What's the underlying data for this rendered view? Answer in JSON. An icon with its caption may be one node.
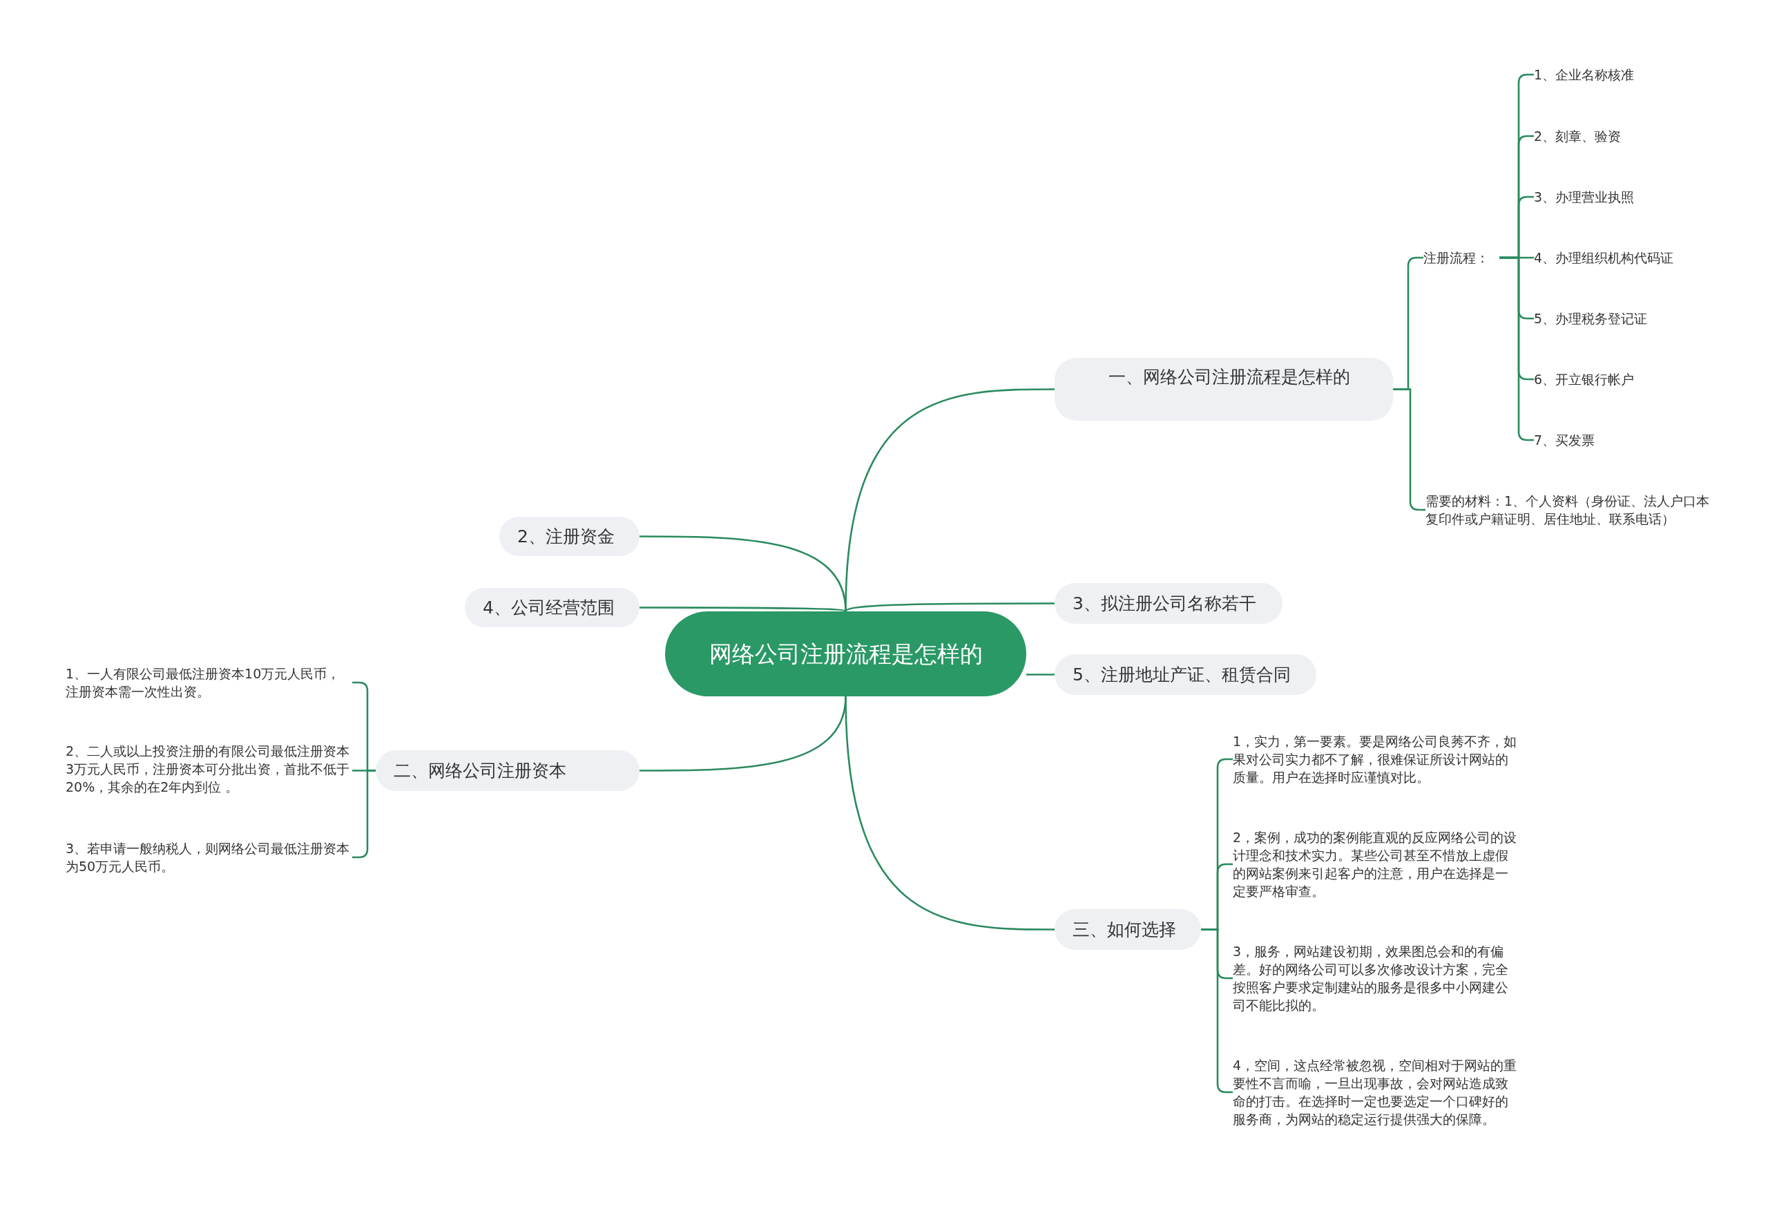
{
  "diagram": {
    "nodes": [
      {
        "text": [
          "网络公司注册流程是怎样的"
        ]
      },
      {
        "text": [
          "一、网络公司注册流程是怎样的"
        ]
      },
      {
        "text": [
          "注册流程："
        ]
      },
      {
        "text": [
          "1、企业名称核准"
        ]
      },
      {
        "text": [
          "2、刻章、验资"
        ]
      },
      {
        "text": [
          "3、办理营业执照"
        ]
      },
      {
        "text": [
          "4、办理组织机构代码证"
        ]
      },
      {
        "text": [
          "5、办理税务登记证"
        ]
      },
      {
        "text": [
          "6、开立银行帐户"
        ]
      },
      {
        "text": [
          "7、买发票"
        ]
      },
      {
        "text": [
          "需要的材料：1、个人资料（身份证、法人户口本复印件或户籍证明、居住地址、联系电话）"
        ]
      },
      {
        "text": [
          "2、注册资金"
        ]
      },
      {
        "text": [
          "4、公司经营范围"
        ]
      },
      {
        "text": [
          "二、网络公司注册资本"
        ]
      },
      {
        "text": [
          "1、一人有限公司最低注册资本10万元人民币，注册资本需一次性出资。"
        ]
      },
      {
        "text": [
          "2、二人或以上投资注册的有限公司最低注册资本3万元人民币，注册资本可分批出资，首批不低于20%，其余的在2年内到位 。"
        ]
      },
      {
        "text": [
          "3、若申请一般纳税人，则网络公司最低注册资本为50万元人民币。"
        ]
      },
      {
        "text": [
          "3、拟注册公司名称若干"
        ]
      },
      {
        "text": [
          "5、注册地址产证、租赁合同"
        ]
      },
      {
        "text": [
          "三、如何选择"
        ]
      },
      {
        "text": [
          "1，实力，第一要素。要是网络公司良莠不齐，如果对公司实力都不了解，很难保证所设计网站的质量。用户在选择时应谨慎对比。"
        ]
      },
      {
        "text": [
          "2，案例，成功的案例能直观的反应网络公司的设计理念和技术实力。某些公司甚至不惜放上虚假的网站案例来引起客户的注意，用户在选择是一定要严格审查。"
        ]
      },
      {
        "text": [
          "3，服务，网站建设初期，效果图总会和的有偏差。好的网络公司可以多次修改设计方案，完全按照客户要求定制建站的服务是很多中小网建公司不能比拟的。"
        ]
      },
      {
        "text": [
          "4，空间，这点经常被忽视，空间相对于网站的重要性不言而喻，一旦出现事故，会对网站造成致命的打击。在选择时一定也要选定一个口碑好的服务商，为网站的稳定运行提供强大的保障。"
        ]
      }
    ],
    "edges": [
      {
        "from": 0,
        "to": 1,
        "arrow": "none"
      },
      {
        "from": 1,
        "to": 2,
        "arrow": "none"
      },
      {
        "from": 2,
        "to": 3,
        "arrow": "none"
      },
      {
        "from": 2,
        "to": 4,
        "arrow": "none"
      },
      {
        "from": 2,
        "to": 5,
        "arrow": "none"
      },
      {
        "from": 2,
        "to": 6,
        "arrow": "none"
      },
      {
        "from": 2,
        "to": 7,
        "arrow": "none"
      },
      {
        "from": 2,
        "to": 8,
        "arrow": "none"
      },
      {
        "from": 2,
        "to": 9,
        "arrow": "none"
      },
      {
        "from": 1,
        "to": 10,
        "arrow": "none"
      },
      {
        "from": 0,
        "to": 11,
        "arrow": "none"
      },
      {
        "from": 0,
        "to": 12,
        "arrow": "none"
      },
      {
        "from": 0,
        "to": 13,
        "arrow": "none"
      },
      {
        "from": 13,
        "to": 14,
        "arrow": "none"
      },
      {
        "from": 13,
        "to": 15,
        "arrow": "none"
      },
      {
        "from": 13,
        "to": 16,
        "arrow": "none"
      },
      {
        "from": 0,
        "to": 17,
        "arrow": "none"
      },
      {
        "from": 0,
        "to": 18,
        "arrow": "none"
      },
      {
        "from": 0,
        "to": 19,
        "arrow": "none"
      },
      {
        "from": 19,
        "to": 20,
        "arrow": "none"
      },
      {
        "from": 19,
        "to": 21,
        "arrow": "none"
      },
      {
        "from": 19,
        "to": 22,
        "arrow": "none"
      },
      {
        "from": 19,
        "to": 23,
        "arrow": "none"
      }
    ]
  }
}
